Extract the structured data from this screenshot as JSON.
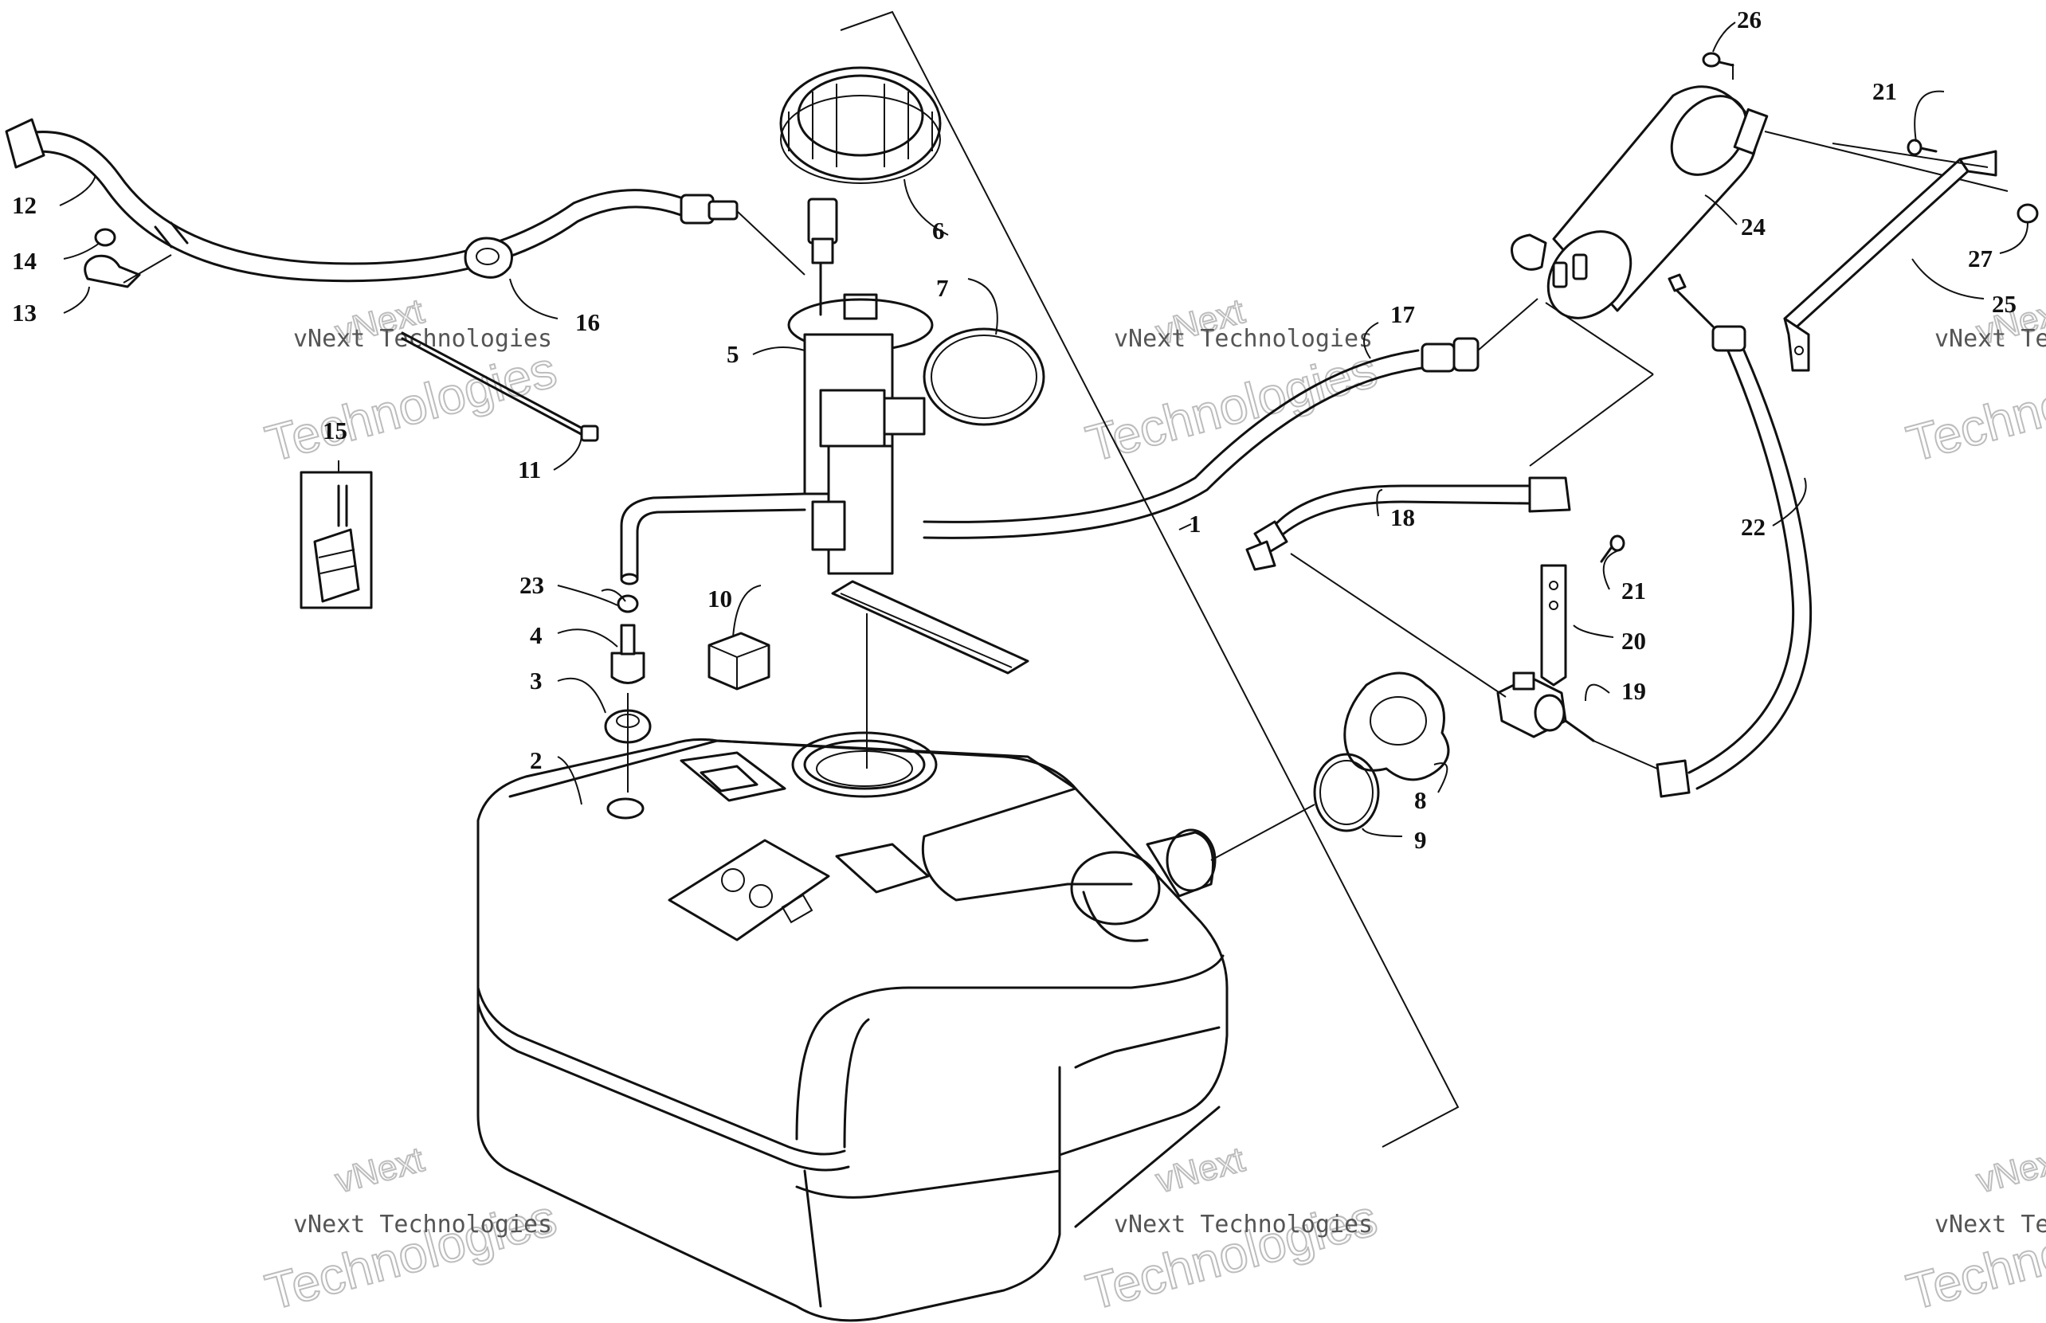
{
  "diagram": {
    "callouts": [
      "1",
      "2",
      "3",
      "4",
      "5",
      "6",
      "7",
      "8",
      "9",
      "10",
      "11",
      "12",
      "13",
      "14",
      "15",
      "16",
      "17",
      "18",
      "19",
      "20",
      "21",
      "21",
      "22",
      "23",
      "24",
      "25",
      "26",
      "27"
    ]
  },
  "watermark": {
    "line1": "vNext",
    "line2": "vNext Technologies",
    "line3": "Technologies"
  }
}
